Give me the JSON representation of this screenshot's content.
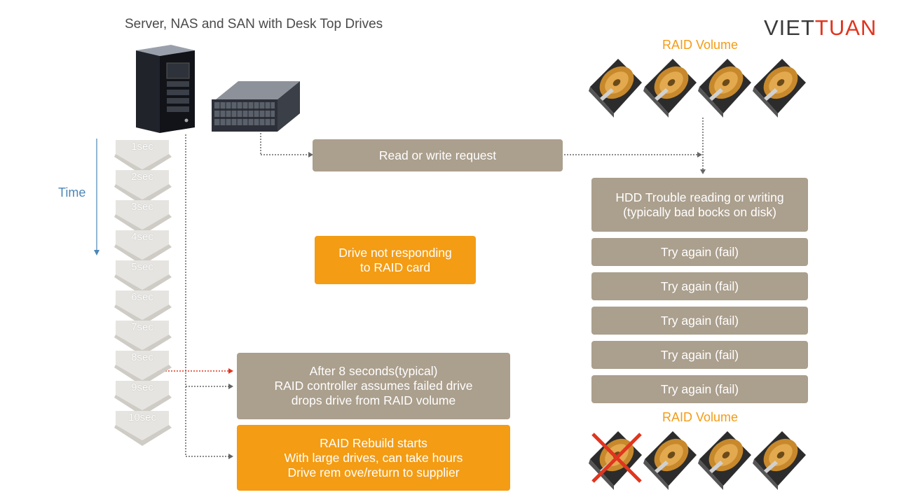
{
  "title": "Server, NAS and SAN with Desk Top Drives",
  "logo": {
    "part1": "VIET",
    "part2": "TUAN"
  },
  "time_label": "Time",
  "steps": [
    "1sec",
    "2sec",
    "3sec",
    "4sec",
    "5sec",
    "6sec",
    "7sec",
    "8sec",
    "9sec",
    "10sec"
  ],
  "raid_volume_top": "RAID Volume",
  "raid_volume_bottom": "RAID Volume",
  "read_write_request": "Read or write request",
  "hdd_trouble": "HDD Trouble reading or writing\n(typically bad bocks on disk)",
  "try_again": [
    "Try again (fail)",
    "Try again (fail)",
    "Try again (fail)",
    "Try again (fail)",
    "Try again (fail)"
  ],
  "drive_not_responding": "Drive not responding\nto RAID card",
  "after_8_seconds": "After 8 seconds(typical)\nRAID controller assumes failed drive\ndrops drive from RAID volume",
  "raid_rebuild": "RAID Rebuild starts\nWith large drives, can take hours\nDrive rem ove/return to supplier",
  "colors": {
    "tan_box": "#ab9f8d",
    "orange_box": "#f39c14",
    "time_blue": "#4c87b5",
    "failed_mark": "#e0351f"
  },
  "icons": [
    "tower-server-icon",
    "rack-server-icon",
    "hard-drive-icon",
    "failed-drive-cross-icon"
  ]
}
